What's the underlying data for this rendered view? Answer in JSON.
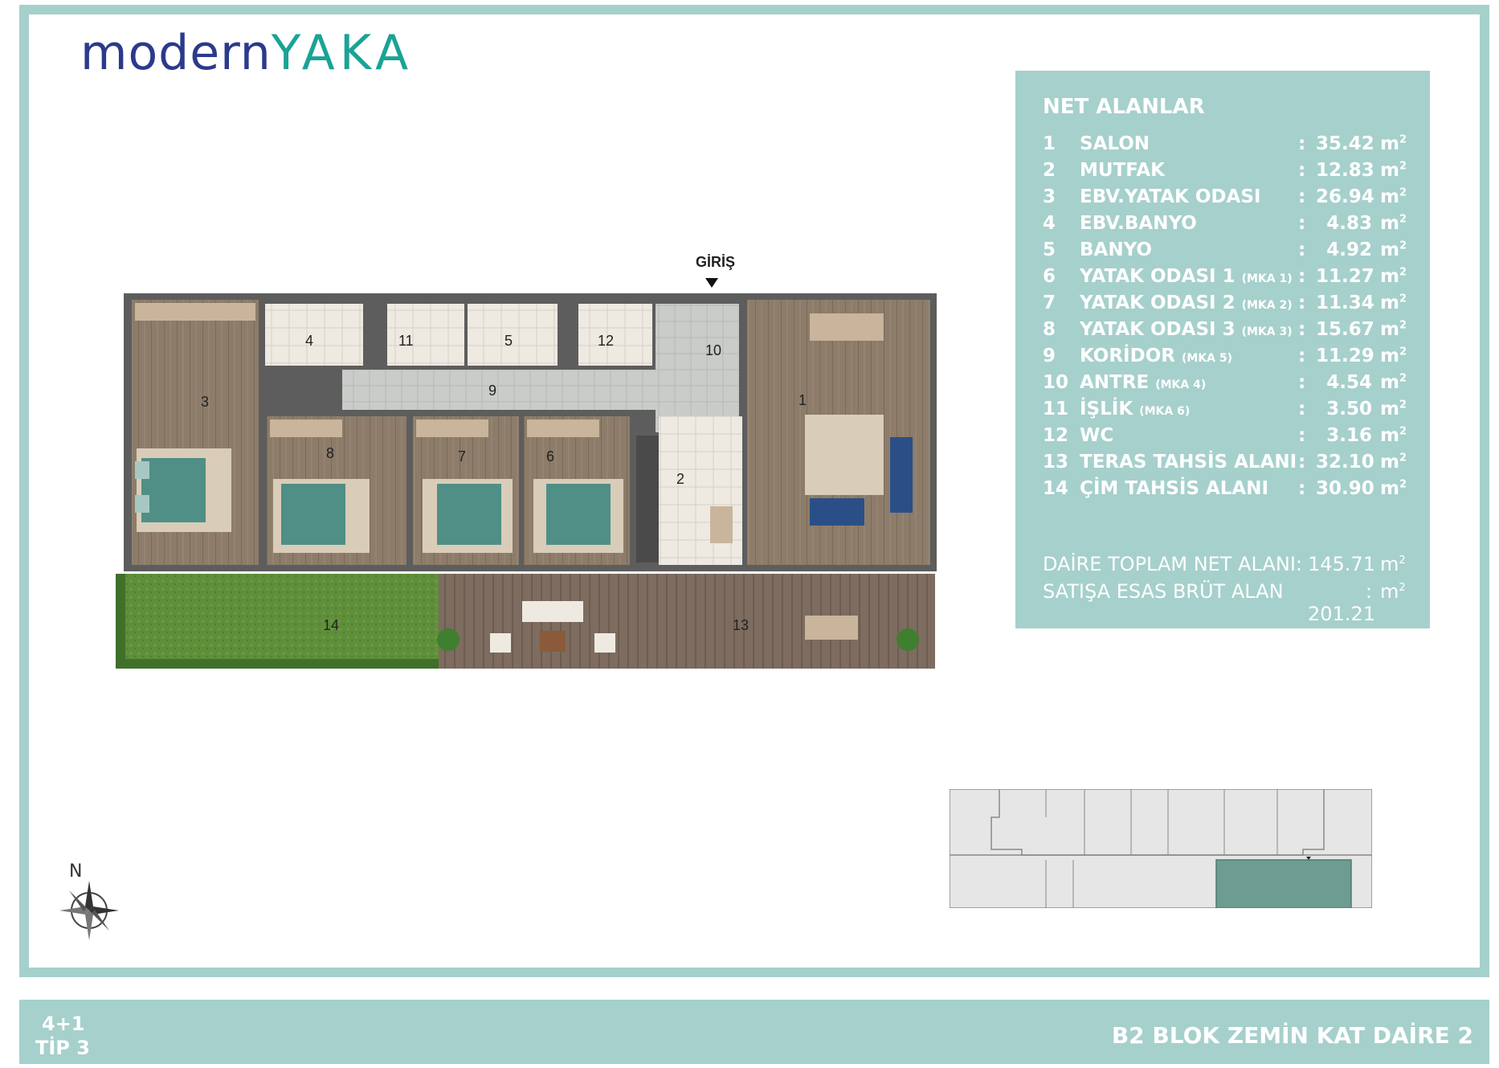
{
  "brand": {
    "part1": "modern",
    "part2": "YAKA"
  },
  "entrance_label": "GİRİŞ",
  "compass_label": "N",
  "legend": {
    "title": "NET ALANLAR",
    "rows": [
      {
        "no": "1",
        "name": "SALON",
        "tag": "",
        "value": "35.42",
        "unit": "m"
      },
      {
        "no": "2",
        "name": "MUTFAK",
        "tag": "",
        "value": "12.83",
        "unit": "m"
      },
      {
        "no": "3",
        "name": "EBV.YATAK ODASI",
        "tag": "",
        "value": "26.94",
        "unit": "m"
      },
      {
        "no": "4",
        "name": "EBV.BANYO",
        "tag": "",
        "value": "4.83",
        "unit": "m"
      },
      {
        "no": "5",
        "name": "BANYO",
        "tag": "",
        "value": "4.92",
        "unit": "m"
      },
      {
        "no": "6",
        "name": "YATAK ODASI 1",
        "tag": "(MKA 1)",
        "value": "11.27",
        "unit": "m"
      },
      {
        "no": "7",
        "name": "YATAK ODASI 2",
        "tag": "(MKA 2)",
        "value": "11.34",
        "unit": "m"
      },
      {
        "no": "8",
        "name": "YATAK ODASI 3",
        "tag": "(MKA 3)",
        "value": "15.67",
        "unit": "m"
      },
      {
        "no": "9",
        "name": "KORİDOR",
        "tag": "(MKA 5)",
        "value": "11.29",
        "unit": "m"
      },
      {
        "no": "10",
        "name": "ANTRE",
        "tag": "(MKA 4)",
        "value": "4.54",
        "unit": "m"
      },
      {
        "no": "11",
        "name": "İŞLİK",
        "tag": "(MKA 6)",
        "value": "3.50",
        "unit": "m"
      },
      {
        "no": "12",
        "name": "WC",
        "tag": "",
        "value": "3.16",
        "unit": "m"
      },
      {
        "no": "13",
        "name": "TERAS TAHSİS ALANI",
        "tag": "",
        "value": "32.10",
        "unit": "m"
      },
      {
        "no": "14",
        "name": "ÇİM TAHSİS ALANI",
        "tag": "",
        "value": "30.90",
        "unit": "m"
      }
    ],
    "total_net": {
      "name": "DAİRE TOPLAM NET ALANI:",
      "value": "145.71",
      "unit": "m"
    },
    "total_gross": {
      "name": "SATIŞA ESAS BRÜT ALAN",
      "sep": ":",
      "value": "201.21",
      "unit": "m"
    },
    "unit_sup": "2"
  },
  "room_labels": [
    "1",
    "2",
    "3",
    "4",
    "5",
    "6",
    "7",
    "8",
    "9",
    "10",
    "11",
    "12",
    "13",
    "14"
  ],
  "footer": {
    "layout_type": "4+1",
    "plan_type": "TİP 3",
    "unit_title": "B2 BLOK ZEMİN KAT DAİRE 2"
  },
  "colors": {
    "accent": "#a6d0cc",
    "brand_dark": "#2b3a8a",
    "brand_teal": "#1aa396",
    "wood": "#8a7a66",
    "grass": "#5f8f3a",
    "bed": "#4f8f86"
  }
}
